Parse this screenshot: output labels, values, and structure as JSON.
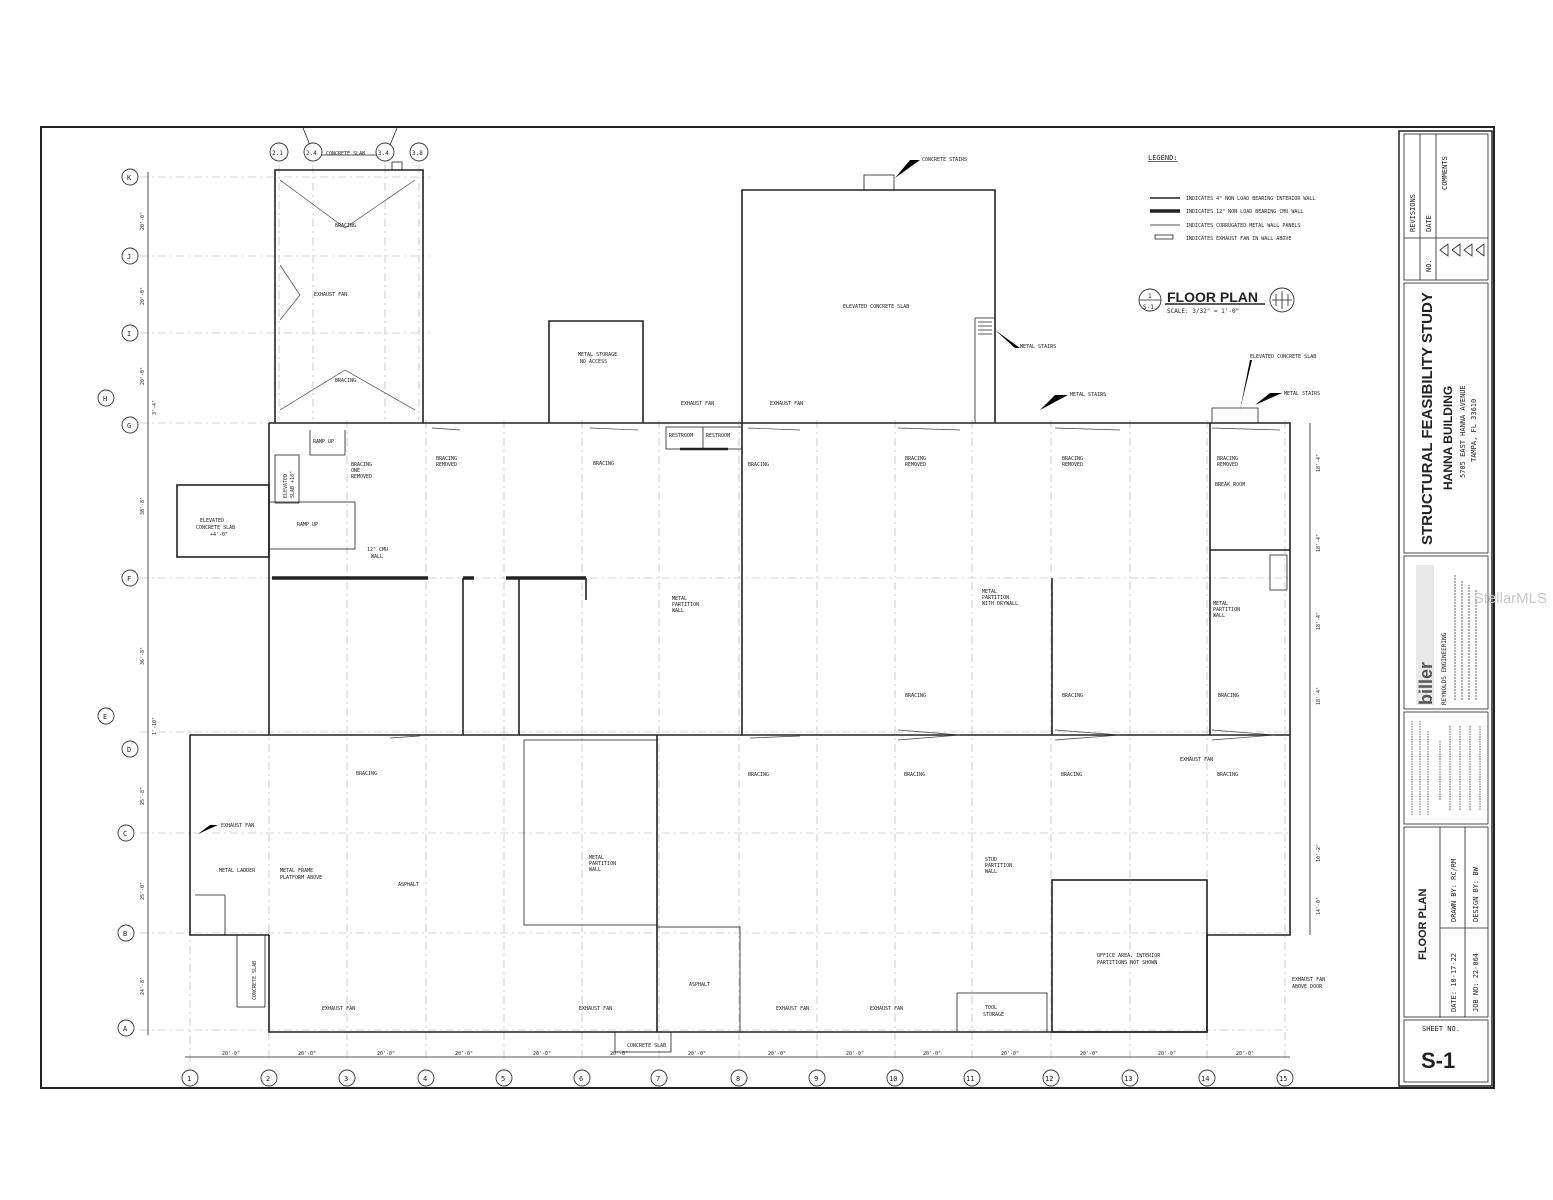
{
  "titleblock": {
    "project_title": "STRUCTURAL FEASIBILITY STUDY",
    "building": "HANNA BUILDING",
    "address_line1": "5705 EAST HANNA AVENUE",
    "address_line2": "TAMPA, FL 33610",
    "revisions": {
      "heading": "REVISIONS",
      "no": "NO.",
      "date": "DATE",
      "comments": "COMMENTS"
    },
    "firm_name": "biller",
    "firm_sub": "REYNOLDS ENGINEERING",
    "drawing_title": "FLOOR PLAN",
    "date": "DATE: 10-17-22",
    "job_no": "JOB NO: 22-064",
    "drawn_by": "DRAWN BY: RC/RM",
    "design_by": "DESIGN BY: BW",
    "sheet_no_label": "SHEET NO.",
    "sheet_no": "S-1"
  },
  "legend": {
    "title": "LEGEND:",
    "items": [
      "INDICATES 4\" NON LOAD BEARING INTERIOR WALL",
      "INDICATES 12\" NON LOAD BEARING CMU WALL",
      "INDICATES CORRUGATED METAL WALL PANELS",
      "INDICATES EXHAUST FAN IN WALL ABOVE"
    ]
  },
  "plan_title": {
    "detail": "1",
    "sheet": "S-1",
    "title": "FLOOR PLAN",
    "scale": "SCALE: 3/32\" = 1'-0\""
  },
  "grid_columns": [
    "1",
    "2",
    "3",
    "4",
    "5",
    "6",
    "7",
    "8",
    "9",
    "10",
    "11",
    "12",
    "13",
    "14",
    "15"
  ],
  "grid_rows": [
    "K",
    "J",
    "I",
    "H",
    "G",
    "F",
    "E",
    "D",
    "C",
    "B",
    "A"
  ],
  "top_bubbles": [
    "2.1",
    "2.4",
    "3.4",
    "3.8"
  ],
  "bottom_dims": [
    "20'-0\"",
    "20'-0\"",
    "20'-0\"",
    "20'-0\"",
    "20'-0\"",
    "20'-0\"",
    "20'-0\"",
    "20'-0\"",
    "20'-0\"",
    "20'-0\"",
    "20'-0\"",
    "20'-0\"",
    "20'-0\"",
    "20'-0\""
  ],
  "left_dims": [
    "20'-0\"",
    "20'-0\"",
    "20'-0\"",
    "3'-4\"",
    "38'-8\"",
    "36'-8\"",
    "1'-10\"",
    "25'-8\"",
    "25'-0\"",
    "24'-8\""
  ],
  "right_dims": [
    "18'-4\"",
    "18'-4\"",
    "18'-4\"",
    "18'-4\"",
    "10'-2\"",
    "14'-0\""
  ],
  "labels": {
    "concrete_slab_top": "CONCRETE SLAB",
    "concrete_stairs": "CONCRETE STAIRS",
    "bracing": "BRACING",
    "exhaust_fan": "EXHAUST FAN",
    "elevated_slab": "ELEVATED CONCRETE SLAB",
    "metal_stairs": "METAL STAIRS",
    "metal_storage_1": "METAL STORAGE",
    "metal_storage_2": "NO ACCESS",
    "restroom": "RESTROOM",
    "ramp_up": "RAMP UP",
    "bracing_one_removed_1": "BRACING",
    "bracing_one_removed_2": "ONE",
    "bracing_one_removed_3": "REMOVED",
    "bracing_removed_1": "BRACING",
    "bracing_removed_2": "REMOVED",
    "elev_slab_small_1": "ELEVATED",
    "elev_slab_small_2": "SLAB +18\"",
    "elev_slab_left_1": "ELEVATED",
    "elev_slab_left_2": "CONCRETE SLAB",
    "elev_slab_left_3": "+4'-0\"",
    "cmu_wall_1": "12\" CMU",
    "cmu_wall_2": "WALL",
    "metal_partition_1": "METAL",
    "metal_partition_2": "PARTITION",
    "metal_partition_3": "WALL",
    "metal_partition_drywall_3": "WITH DRYWALL",
    "break_room": "BREAK ROOM",
    "metal_ladder": "METAL LADDER",
    "metal_frame_1": "METAL FRAME",
    "metal_frame_2": "PLATFORM ABOVE",
    "asphalt": "ASPHALT",
    "concrete_slab": "CONCRETE SLAB",
    "stud_partition_1": "STUD",
    "stud_partition_2": "PARTITION",
    "stud_partition_3": "WALL",
    "office_1": "OFFICE AREA, INTERIOR",
    "office_2": "PARTITIONS NOT SHOWN",
    "exhaust_above_door_1": "EXHAUST FAN",
    "exhaust_above_door_2": "ABOVE DOOR",
    "tool_storage_1": "TOOL",
    "tool_storage_2": "STORAGE"
  },
  "watermark": "StellarMLS"
}
